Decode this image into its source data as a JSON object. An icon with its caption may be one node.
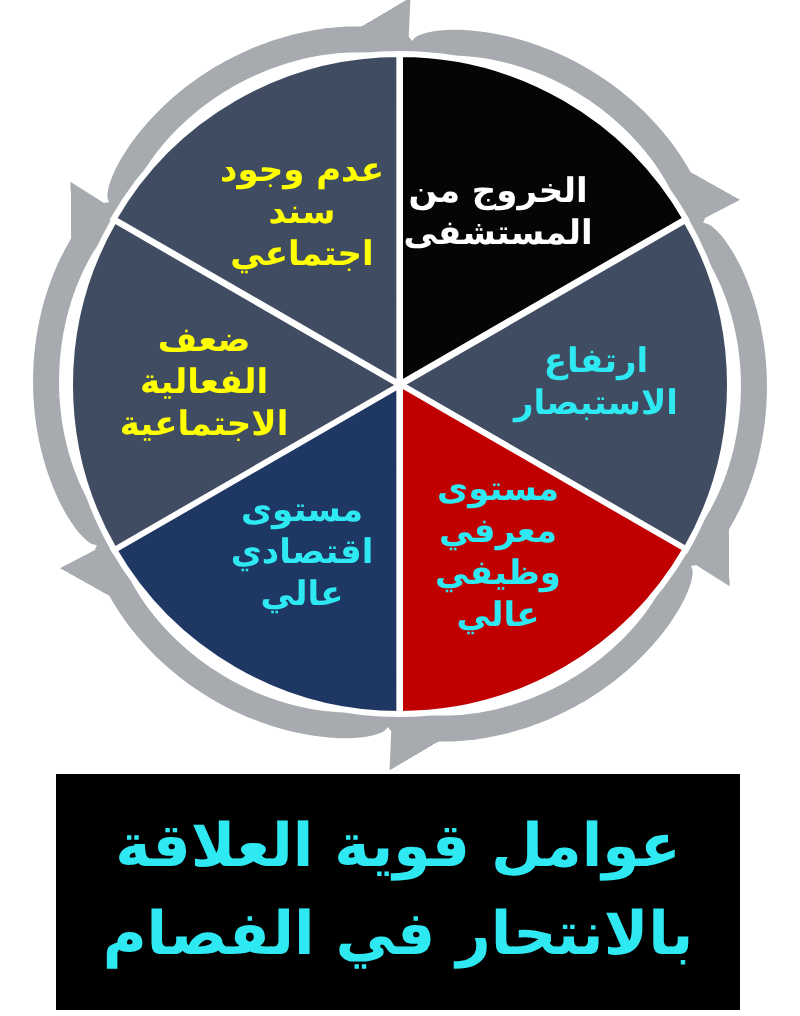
{
  "diagram": {
    "title": "عوامل قوية العلاقة بالانتحار في الفصام",
    "nodes": [
      {
        "text": [
          "الخروج من المستشفى"
        ]
      },
      {
        "text": [
          "ارتفاع الاستبصار"
        ]
      },
      {
        "text": [
          "مستوى معرفي وظيفي عالي"
        ]
      },
      {
        "text": [
          "مستوى اقتصادي عالي"
        ]
      },
      {
        "text": [
          "ضعف الفعالية الاجتماعية"
        ]
      },
      {
        "text": [
          "عدم وجود سند اجتماعي"
        ]
      }
    ],
    "edges": [
      {
        "from": 0,
        "to": 1,
        "arrow": "to"
      },
      {
        "from": 1,
        "to": 2,
        "arrow": "to"
      },
      {
        "from": 2,
        "to": 3,
        "arrow": "to"
      },
      {
        "from": 3,
        "to": 4,
        "arrow": "to"
      },
      {
        "from": 4,
        "to": 5,
        "arrow": "to"
      },
      {
        "from": 5,
        "to": 0,
        "arrow": "to"
      }
    ]
  }
}
